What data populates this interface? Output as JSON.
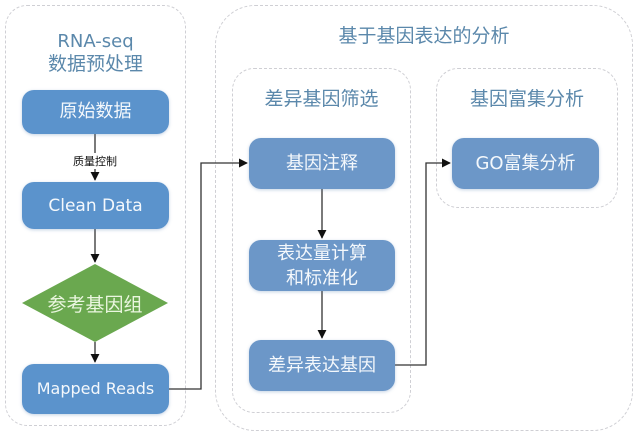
{
  "panels": {
    "preprocess": {
      "title_line1": "RNA-seq",
      "title_line2": "数据预处理"
    },
    "expression": {
      "title": "基于基因表达的分析"
    },
    "deg_screen": {
      "title": "差异基因筛选"
    },
    "enrichment": {
      "title": "基因富集分析"
    }
  },
  "nodes": {
    "raw_data": "原始数据",
    "clean_data": "Clean Data",
    "reference_genome": "参考基因组",
    "mapped_reads": "Mapped Reads",
    "gene_annotation": "基因注释",
    "expr_calc_line1": "表达量计算",
    "expr_calc_line2": "和标准化",
    "deg": "差异表达基因",
    "go_enrichment": "GO富集分析"
  },
  "edges": {
    "qc_label": "质量控制"
  },
  "colors": {
    "process_box": "#5b93cc",
    "analysis_box": "#6c97c8",
    "decision_diamond": "#6aa84f",
    "title_text": "#5b88ab",
    "dashed_border": "#cfcfd4"
  }
}
